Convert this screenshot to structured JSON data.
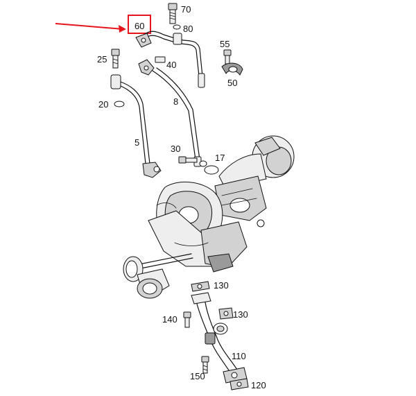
{
  "diagram": {
    "highlight_color": "#e8141b",
    "highlighted_part": "60",
    "callouts": [
      {
        "id": "70",
        "label": "70"
      },
      {
        "id": "60",
        "label": "60"
      },
      {
        "id": "80",
        "label": "80"
      },
      {
        "id": "55",
        "label": "55"
      },
      {
        "id": "25",
        "label": "25"
      },
      {
        "id": "40",
        "label": "40"
      },
      {
        "id": "50",
        "label": "50"
      },
      {
        "id": "20",
        "label": "20"
      },
      {
        "id": "8",
        "label": "8"
      },
      {
        "id": "5",
        "label": "5"
      },
      {
        "id": "30",
        "label": "30"
      },
      {
        "id": "17",
        "label": "17"
      },
      {
        "id": "130a",
        "label": "130"
      },
      {
        "id": "130b",
        "label": "130"
      },
      {
        "id": "140",
        "label": "140"
      },
      {
        "id": "110",
        "label": "110"
      },
      {
        "id": "150",
        "label": "150"
      },
      {
        "id": "120",
        "label": "120"
      }
    ]
  }
}
